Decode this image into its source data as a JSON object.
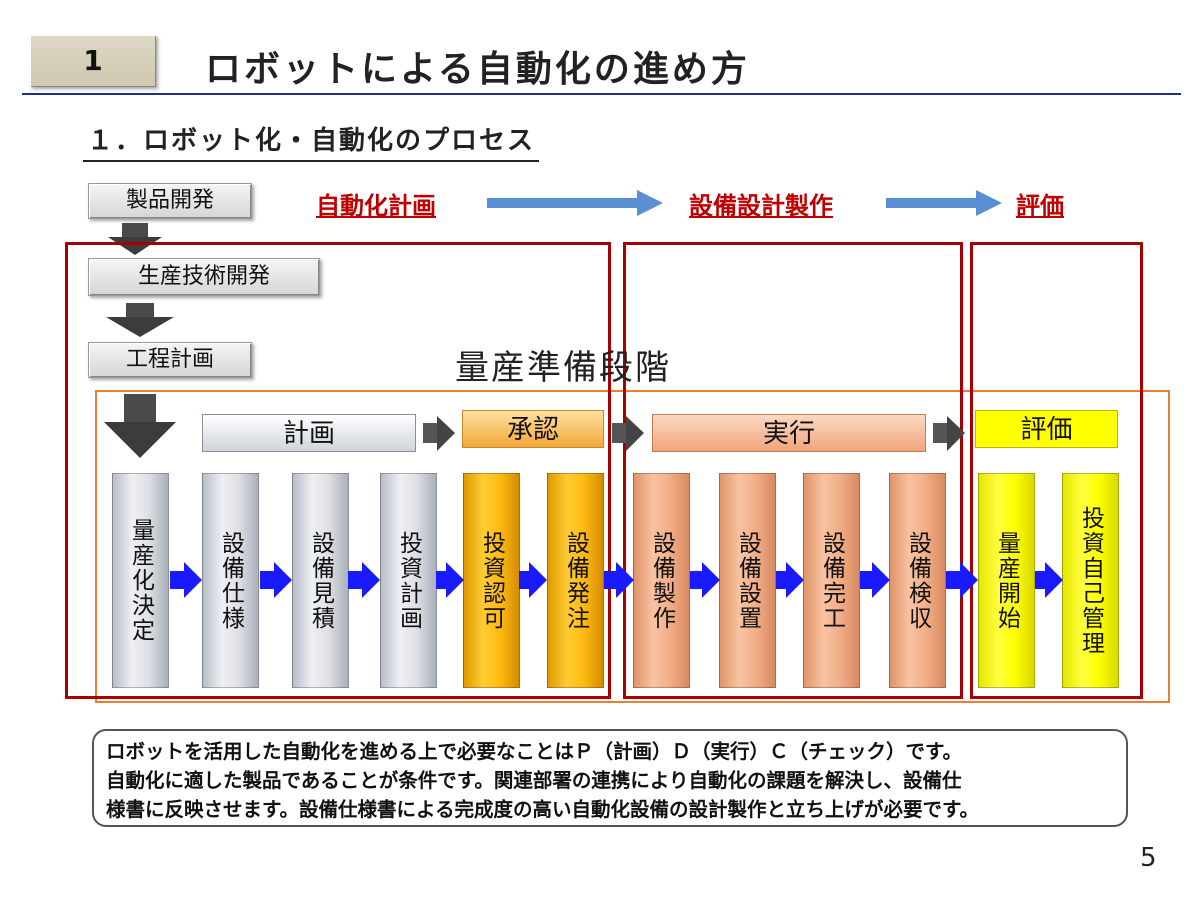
{
  "slide_number": "1",
  "title": "ロボットによる自動化の進め方",
  "subtitle": "１．ロボット化・自動化のプロセス",
  "left_steps": [
    "製品開発",
    "生産技術開発",
    "工程計画"
  ],
  "stages": {
    "plan": "自動化計画",
    "build": "設備設計製作",
    "evaluate": "評価"
  },
  "mass_prep_label": "量産準備段階",
  "phases": {
    "plan": "計画",
    "approve": "承認",
    "execute": "実行",
    "evaluate": "評価"
  },
  "columns": [
    {
      "label": "量産化決定",
      "color": "gray"
    },
    {
      "label": "設備仕様",
      "color": "gray"
    },
    {
      "label": "設備見積",
      "color": "gray"
    },
    {
      "label": "投資計画",
      "color": "gray"
    },
    {
      "label": "投資認可",
      "color": "orange"
    },
    {
      "label": "設備発注",
      "color": "orange"
    },
    {
      "label": "設備製作",
      "color": "salmon"
    },
    {
      "label": "設備設置",
      "color": "salmon"
    },
    {
      "label": "設備完工",
      "color": "salmon"
    },
    {
      "label": "設備検収",
      "color": "salmon"
    },
    {
      "label": "量産開始",
      "color": "yellow"
    },
    {
      "label": "投資自己管理",
      "color": "yellow"
    }
  ],
  "note_lines": [
    "ロボットを活用した自動化を進める上で必要なことはＰ（計画）Ｄ（実行）Ｃ（チェック）です。",
    "自動化に適した製品であることが条件です。関連部署の連携により自動化の課題を解決し、設備仕",
    "様書に反映させます。設備仕様書による完成度の高い自動化設備の設計製作と立ち上げが必要です。"
  ],
  "page_number": "5",
  "colors": {
    "frame_red": "#a80000",
    "frame_orange": "#ed7d31",
    "flow_arrow": "#1a1aff",
    "stage_red": "#c00000"
  }
}
